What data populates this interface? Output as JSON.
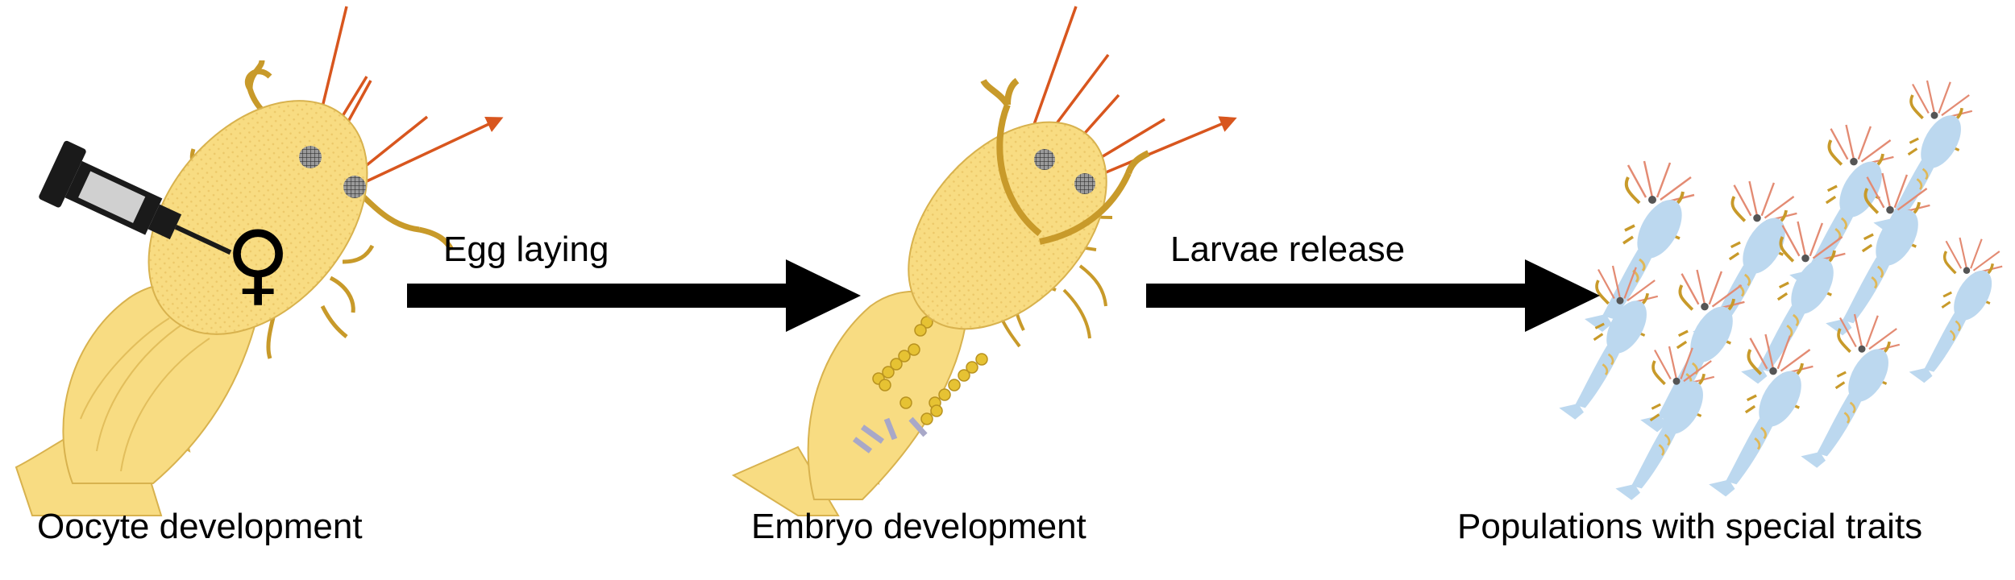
{
  "stages": {
    "oocyte": "Oocyte development",
    "embryo": "Embryo development",
    "populations": "Populations with special traits"
  },
  "transitions": {
    "egg_laying": "Egg laying",
    "larvae_release": "Larvae release"
  },
  "female_symbol": "♀",
  "colors": {
    "body_yellow": "#f8dc82",
    "body_stroke": "#d8b24e",
    "leg_brown": "#c89a2a",
    "antenna_red": "#d8561e",
    "larva_blue": "#bcd8ef",
    "arrow": "#000000"
  }
}
